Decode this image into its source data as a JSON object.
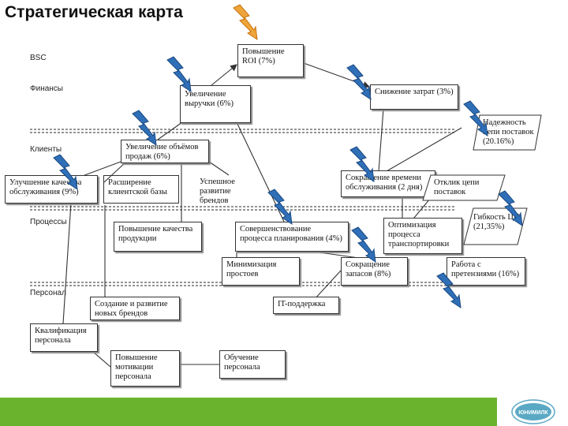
{
  "title": "Стратегическая карта",
  "lanes": {
    "bsc": "BSC",
    "finance": "Финансы",
    "clients": "Клиенты",
    "processes": "Процессы",
    "personnel": "Персонал"
  },
  "nodes": {
    "roi": "Повышение ROI (7%)",
    "revenue": "Увеличение выручки (6%)",
    "costs": "Снижение затрат (3%)",
    "reliability": "Надежность цепи поставок (20.16%)",
    "sales_volume": "Увеличение объёмов продаж (6%)",
    "service_quality": "Улучшение качества обслуживания (9%)",
    "client_base": "Расширение клиентской базы",
    "brands_dev": "Успешное развитие брендов",
    "service_time": "Сокращение времени обслуживания (2 дня)",
    "supply_response": "Отклик цепи поставок",
    "product_quality": "Повышение качества продукции",
    "planning": "Совершенствование процесса планирования (4%)",
    "transport": "Оптимизация процесса транспортировки",
    "flexibility": "Гибкость ЦП (21,35%)",
    "downtime": "Минимизация простоев",
    "inventory": "Сокращение запасов (8%)",
    "claims": "Работа с претензиями (16%)",
    "it": "IT-поддержка",
    "new_brands": "Создание и развитие новых брендов",
    "qualification": "Квалификация персонала",
    "motivation": "Повышение мотивации персонала",
    "training": "Обучение персонала"
  },
  "logo_text": "ЮНИМИЛК",
  "colors": {
    "bolt_blue": "#2f6fb7",
    "bolt_orange": "#f0a53a",
    "footer_green": "#6ab42d"
  }
}
